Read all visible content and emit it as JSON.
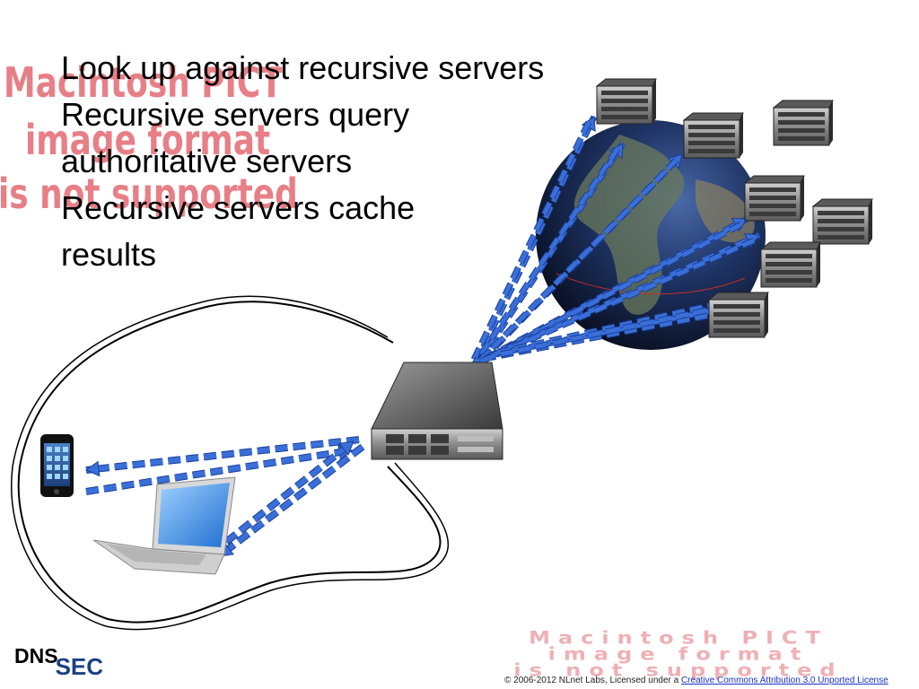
{
  "slide": {
    "bullets": [
      "Look up against recursive servers",
      "Recursive servers query authoritative servers",
      "Recursive servers cache results"
    ]
  },
  "placeholder_top": {
    "line1": "Macintosh PICT",
    "line2": "image format",
    "line3": "is not supported"
  },
  "placeholder_bottom": {
    "line1": "Macintosh PICT",
    "line2": "image format",
    "line3": "is not supported"
  },
  "logo": {
    "part1": "DNS",
    "part2": "SEC"
  },
  "footer": {
    "text": "© 2006-2012 NLnet Labs, Licensed under a ",
    "link": "Creative Commons Attribution 3.0 Unported License"
  },
  "icons": {
    "globe": "globe-icon",
    "server": "rack-server-icon",
    "phone": "smartphone-icon",
    "laptop": "laptop-icon"
  },
  "colors": {
    "arrow": "#3a6fd8",
    "arrow_edge": "#1a3e9a",
    "globe": "#1c2c52",
    "placeholder": "#e87f86"
  }
}
